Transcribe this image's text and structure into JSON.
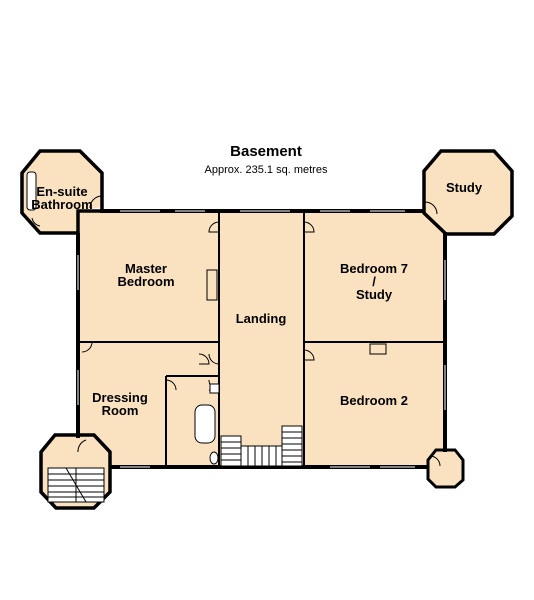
{
  "title": "Basement",
  "area": "Approx. 235.1 sq. metres",
  "rooms": {
    "ensuite": "En-suite\nBathroom",
    "study": "Study",
    "master": "Master\nBedroom",
    "landing": "Landing",
    "bedroom7": "Bedroom 7\n/\nStudy",
    "dressing": "Dressing\nRoom",
    "bedroom2": "Bedroom 2"
  },
  "colors": {
    "floor": "#fae2c0",
    "wall": "#000000"
  }
}
